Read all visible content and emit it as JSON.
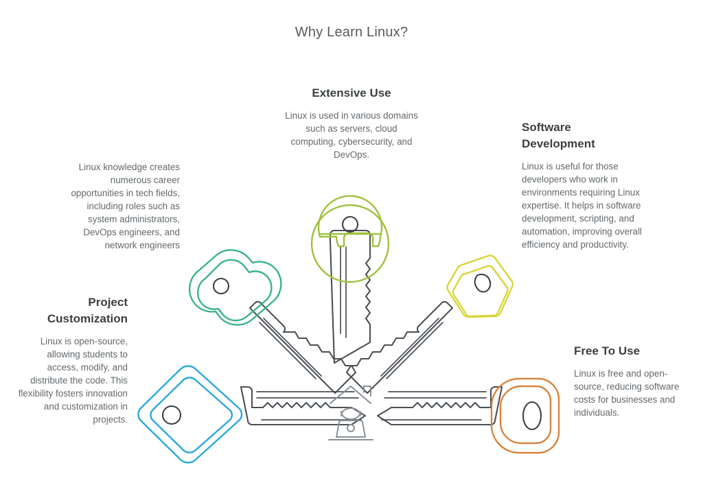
{
  "page": {
    "title": "Why Learn Linux?",
    "background_color": "#ffffff",
    "title_color": "#555a5e",
    "heading_color": "#3b3f42",
    "body_color": "#63686c"
  },
  "blocks": [
    {
      "id": "extensive-use",
      "heading": "Extensive Use",
      "body": "Linux is  used in various domains such as servers, cloud computing, cybersecurity, and DevOps.",
      "align": "center",
      "accent_color": "#9ec13c",
      "key": "green-round-key"
    },
    {
      "id": "software-development",
      "heading": "Software Development",
      "body": "Linux is useful for those developers who work in environments requiring Linux expertise. It helps in software development, scripting, and automation, improving overall efficiency and productivity.",
      "align": "left",
      "accent_color": "#d8d537",
      "key": "yellow-pentagon-key"
    },
    {
      "id": "free-to-use",
      "heading": "Free To Use",
      "body": "Linux is free and open-source, reducing software costs for businesses and individuals.",
      "align": "left",
      "accent_color": "#d9823b",
      "key": "orange-rounded-key"
    },
    {
      "id": "career-opportunities",
      "heading": "",
      "body": "Linux knowledge creates numerous career opportunities in tech fields, including roles such as system administrators, DevOps engineers, and network engineers",
      "align": "right",
      "accent_color": "#3bb18c",
      "key": "teal-clover-key"
    },
    {
      "id": "project-customization",
      "heading": "Project Customization",
      "body": "Linux is open-source, allowing students to access, modify, and distribute the code. This flexibility fosters innovation and customization in projects.",
      "align": "right",
      "accent_color": "#29a8dc",
      "key": "blue-diamond-key"
    }
  ],
  "artwork": {
    "center_icon": "work-from-home-icon",
    "blade_color": "#4a4f55",
    "keys": [
      {
        "name": "green-round-key",
        "color": "#9ec13c",
        "orientation": "down"
      },
      {
        "name": "teal-clover-key",
        "color": "#3bb18c",
        "orientation": "down-right"
      },
      {
        "name": "yellow-pentagon-key",
        "color": "#d8d537",
        "orientation": "down-left"
      },
      {
        "name": "blue-diamond-key",
        "color": "#29a8dc",
        "orientation": "right"
      },
      {
        "name": "orange-rounded-key",
        "color": "#d9823b",
        "orientation": "left"
      }
    ]
  }
}
